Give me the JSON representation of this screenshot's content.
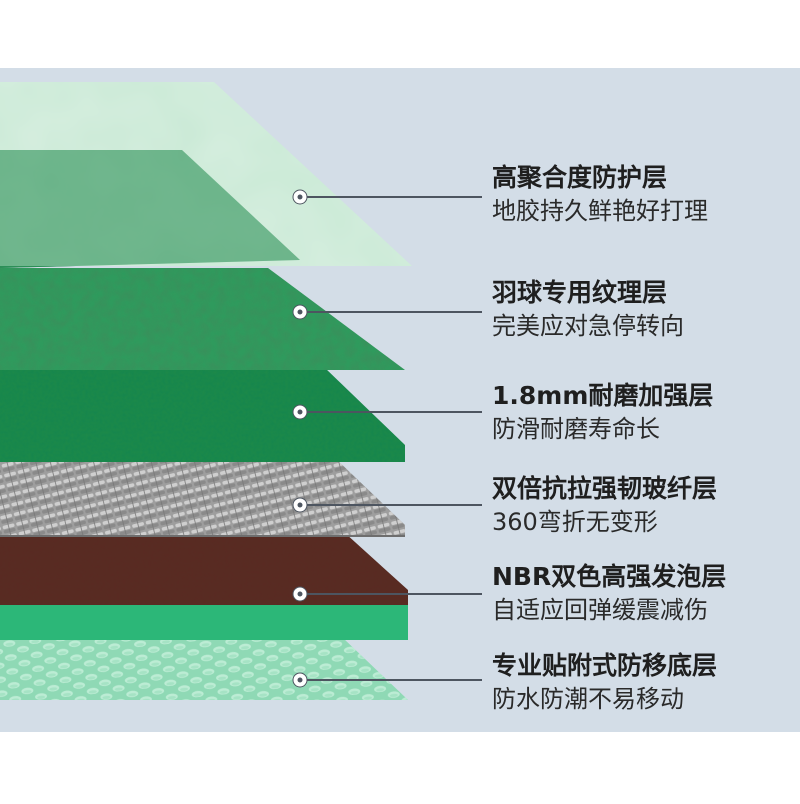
{
  "colors": {
    "background": "#d3dde7",
    "protective": "#c7ead3",
    "texture": "#2f9a5d",
    "wear": "#1e8a48",
    "fiberglass": "#a3a3a3",
    "foam_top": "#5a2a22",
    "foam_bottom": "#2cb778",
    "base": "#93dcb9",
    "leader": "#4d5560",
    "dot": "#ffffff"
  },
  "layers": [
    {
      "id": "protective",
      "title": "高聚合度防护层",
      "subtitle": "地胶持久鲜艳好打理"
    },
    {
      "id": "texture",
      "title": "羽球专用纹理层",
      "subtitle": "完美应对急停转向"
    },
    {
      "id": "wear",
      "title": "1.8mm耐磨加强层",
      "subtitle": "防滑耐磨寿命长"
    },
    {
      "id": "fiberglass",
      "title": "双倍抗拉强韧玻纤层",
      "subtitle": "360弯折无变形"
    },
    {
      "id": "foam",
      "title": "NBR双色高强发泡层",
      "subtitle": "自适应回弹缓震减伤"
    },
    {
      "id": "base",
      "title": "专业贴附式防移底层",
      "subtitle": "防水防潮不易移动"
    }
  ]
}
